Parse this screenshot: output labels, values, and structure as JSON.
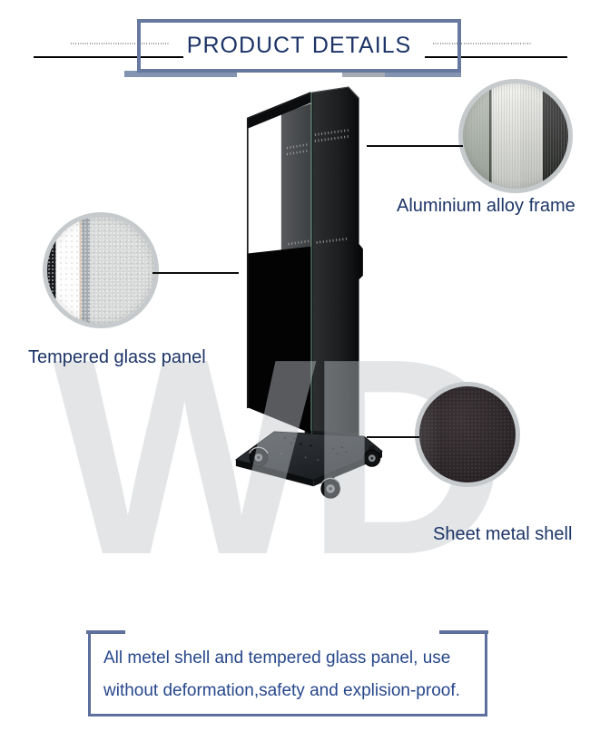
{
  "header": {
    "title": "PRODUCT DETAILS"
  },
  "watermark": {
    "text": "WD"
  },
  "illustration": {
    "alt": "Exploded side view of a floor-standing digital signage kiosk: front tempered glass panel, middle LCD panel, sheet-metal back cabinet and a wheeled trolley base with casters"
  },
  "callouts": [
    {
      "id": "aluminium",
      "label": "Aluminium alloy frame",
      "swatch": "brushed-aluminium-texture"
    },
    {
      "id": "tempered",
      "label": "Tempered glass panel",
      "swatch": "tempered-glass-texture"
    },
    {
      "id": "sheet",
      "label": "Sheet metal shell",
      "swatch": "dark-sheet-metal-texture"
    }
  ],
  "footer_note": {
    "line1": "All metel shell and tempered glass panel, use",
    "line2": "without deformation,safety and explision-proof."
  },
  "colors": {
    "navy_text": "#1c3467",
    "footer_text": "#27478c",
    "frame_blue": "#67799f",
    "frame_shadow_blue": "#8393b2",
    "frame_shadow_gray": "#a6aab3",
    "note_border": "#5d6f9c",
    "ring_gray": "#c6cacd",
    "line_black": "#000000",
    "dotted_gray": "#9d9d9d",
    "watermark_gray": "#c1c5c9"
  }
}
